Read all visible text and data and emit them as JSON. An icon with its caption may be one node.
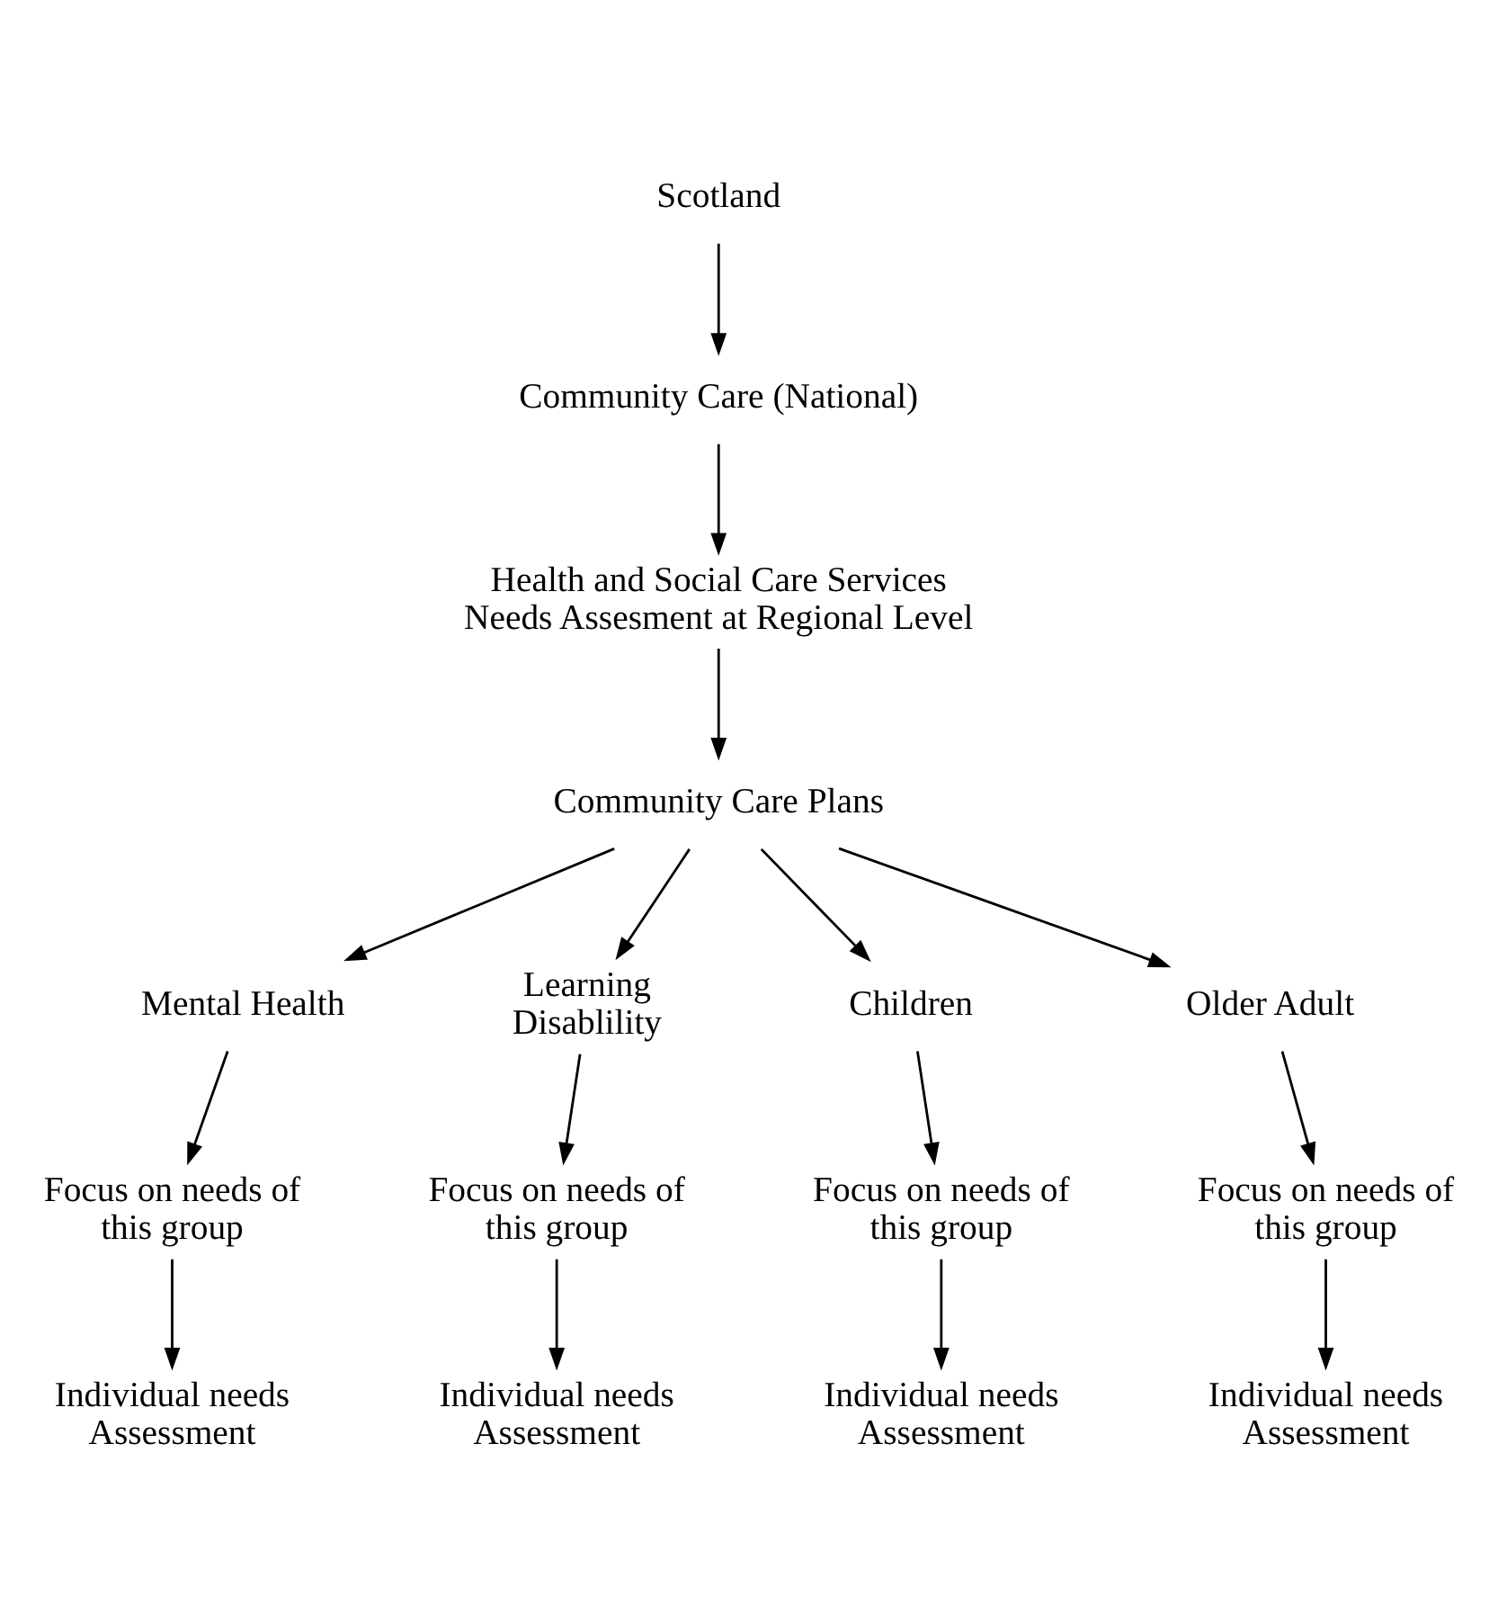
{
  "diagram": {
    "nodes": [
      {
        "text": [
          "Scotland"
        ]
      },
      {
        "text": [
          "Community Care (National)"
        ]
      },
      {
        "text": [
          "Health and Social Care Services Needs Assesment at Regional Level"
        ]
      },
      {
        "text": [
          "Community Care Plans"
        ]
      },
      {
        "text": [
          "Mental Health"
        ]
      },
      {
        "text": [
          "Learning Disablility"
        ]
      },
      {
        "text": [
          "Children"
        ]
      },
      {
        "text": [
          "Older Adult"
        ]
      },
      {
        "text": [
          "Focus on needs of this group"
        ]
      },
      {
        "text": [
          "Focus on needs of this group"
        ]
      },
      {
        "text": [
          "Focus on needs of this group"
        ]
      },
      {
        "text": [
          "Focus on needs of this group"
        ]
      },
      {
        "text": [
          "Individual needs Assessment"
        ]
      },
      {
        "text": [
          "Individual needs Assessment"
        ]
      },
      {
        "text": [
          "Individual needs Assessment"
        ]
      },
      {
        "text": [
          "Individual needs Assessment"
        ]
      }
    ],
    "edges": [
      {
        "from": 0,
        "to": 1,
        "arrow": "to"
      },
      {
        "from": 1,
        "to": 2,
        "arrow": "to"
      },
      {
        "from": 2,
        "to": 3,
        "arrow": "to"
      },
      {
        "from": 3,
        "to": 4,
        "arrow": "to"
      },
      {
        "from": 3,
        "to": 5,
        "arrow": "to"
      },
      {
        "from": 3,
        "to": 6,
        "arrow": "to"
      },
      {
        "from": 3,
        "to": 7,
        "arrow": "to"
      },
      {
        "from": 4,
        "to": 8,
        "arrow": "to"
      },
      {
        "from": 5,
        "to": 9,
        "arrow": "to"
      },
      {
        "from": 6,
        "to": 10,
        "arrow": "to"
      },
      {
        "from": 7,
        "to": 11,
        "arrow": "to"
      },
      {
        "from": 8,
        "to": 12,
        "arrow": "to"
      },
      {
        "from": 9,
        "to": 13,
        "arrow": "to"
      },
      {
        "from": 10,
        "to": 14,
        "arrow": "to"
      },
      {
        "from": 11,
        "to": 15,
        "arrow": "to"
      }
    ]
  }
}
